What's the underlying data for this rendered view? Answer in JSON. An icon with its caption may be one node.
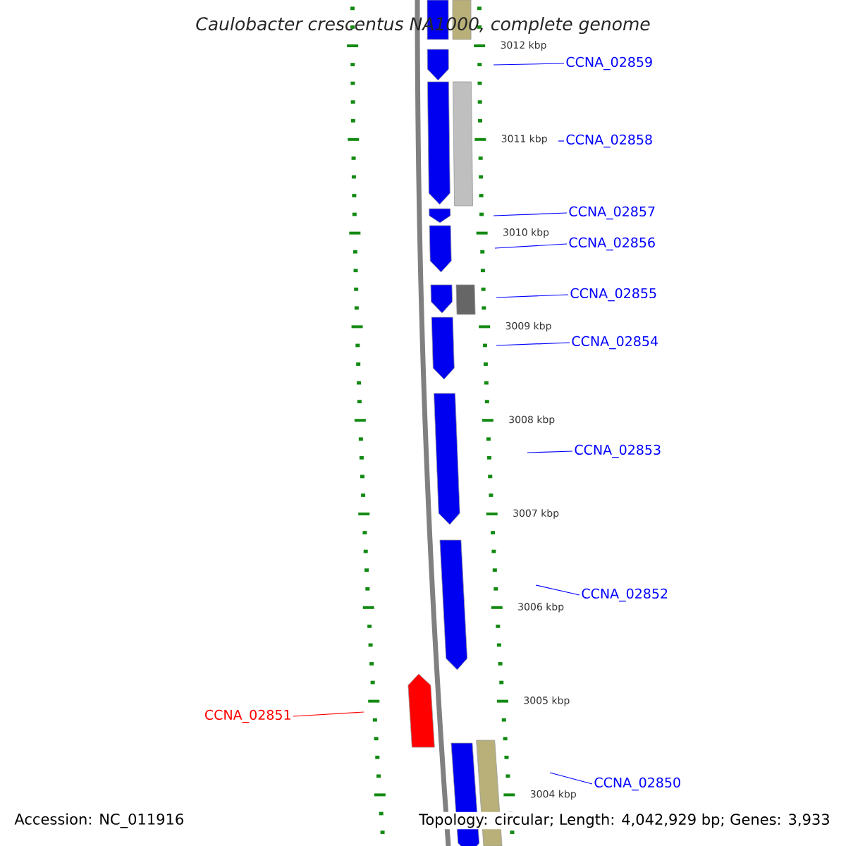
{
  "diagram": {
    "title": "Caulobacter crescentus NA1000, complete genome",
    "nodes": [
      {
        "text": [
          "CCNA_02859"
        ]
      },
      {
        "text": [
          "CCNA_02858"
        ]
      },
      {
        "text": [
          "CCNA_02857"
        ]
      },
      {
        "text": [
          "CCNA_02856"
        ]
      },
      {
        "text": [
          "CCNA_02855"
        ]
      },
      {
        "text": [
          "CCNA_02854"
        ]
      },
      {
        "text": [
          "CCNA_02853"
        ]
      },
      {
        "text": [
          "CCNA_02852"
        ]
      },
      {
        "text": [
          "CCNA_02851"
        ]
      },
      {
        "text": [
          "CCNA_02850"
        ]
      }
    ],
    "edges": [
      {
        "from": 0,
        "to": null,
        "arrow": "none"
      },
      {
        "from": 1,
        "to": null,
        "arrow": "none"
      },
      {
        "from": 2,
        "to": null,
        "arrow": "none"
      },
      {
        "from": 3,
        "to": null,
        "arrow": "none"
      },
      {
        "from": 4,
        "to": null,
        "arrow": "none"
      },
      {
        "from": 5,
        "to": null,
        "arrow": "none"
      },
      {
        "from": 6,
        "to": null,
        "arrow": "none"
      },
      {
        "from": 7,
        "to": null,
        "arrow": "none"
      },
      {
        "from": 8,
        "to": null,
        "arrow": "none",
        "color": "#ff0000"
      },
      {
        "from": 9,
        "to": null,
        "arrow": "none"
      }
    ],
    "labels": [
      "3012 kbp",
      "3011 kbp",
      "3010 kbp",
      "3009 kbp",
      "3008 kbp",
      "3007 kbp",
      "3006 kbp",
      "3005 kbp",
      "3004 kbp",
      "Accession: NC_011916",
      "Topology: circular; Length: 4,042,929 bp; Genes: 3,933"
    ]
  }
}
